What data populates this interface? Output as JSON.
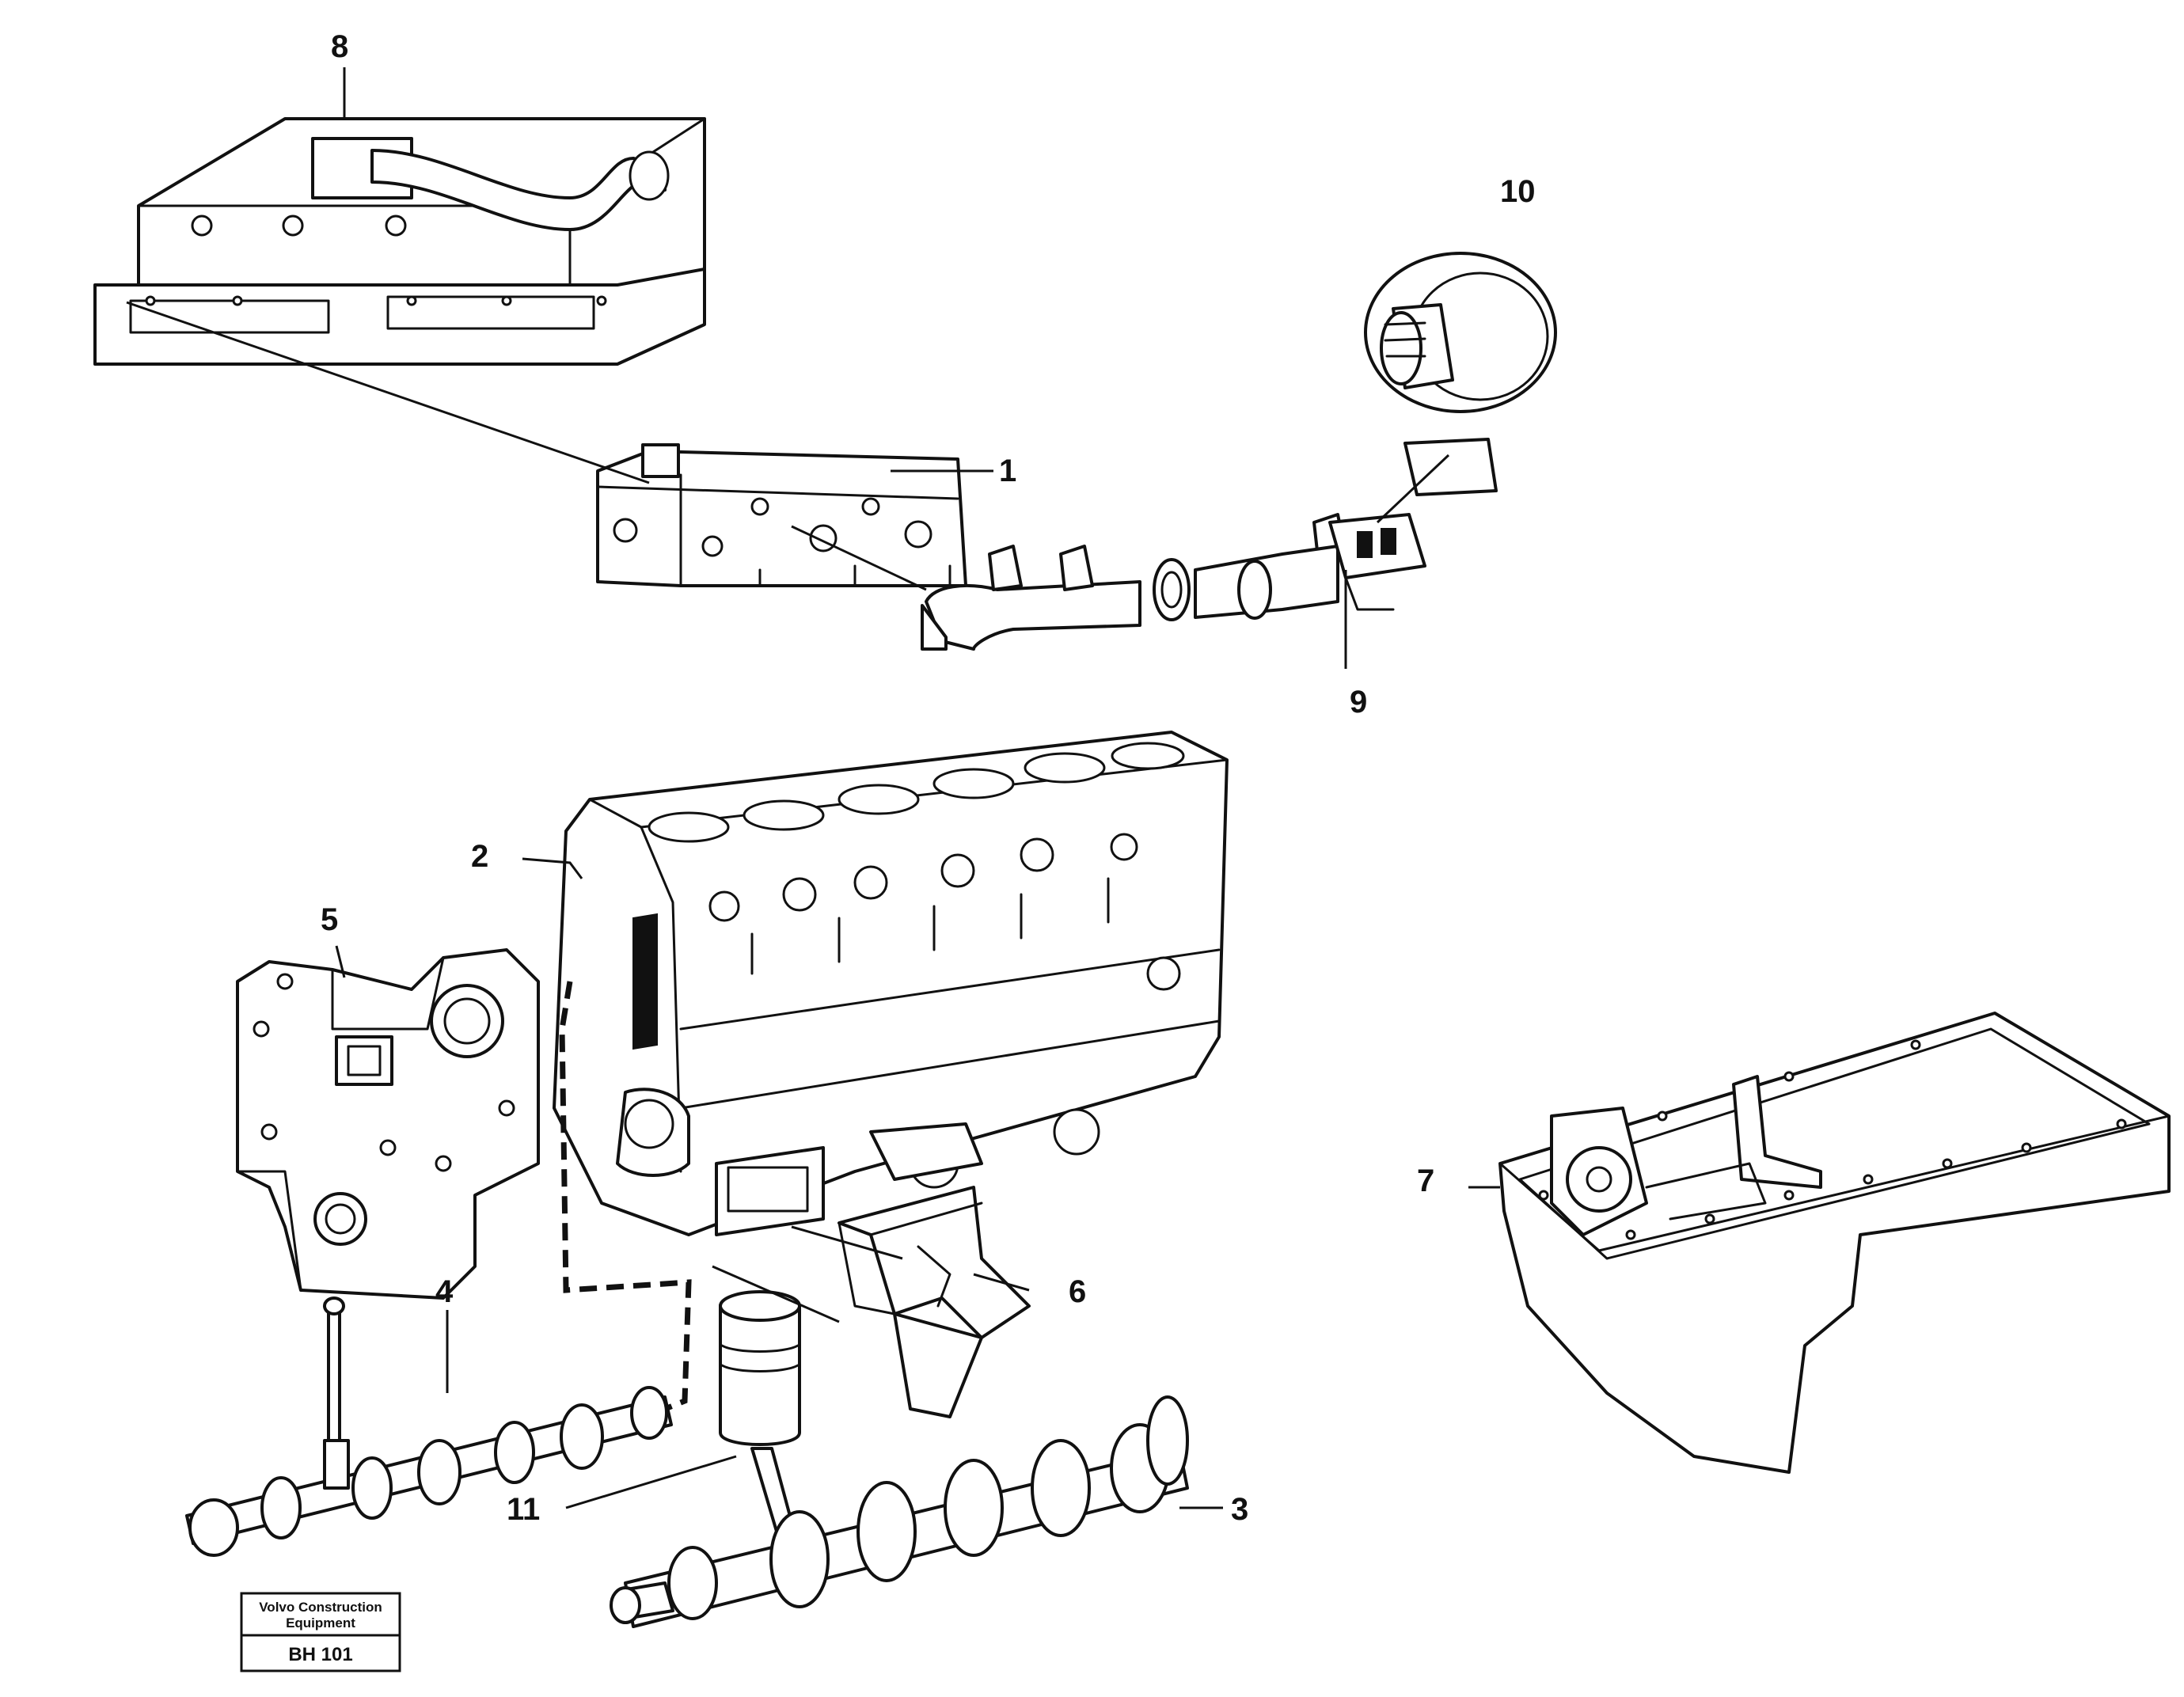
{
  "callouts": [
    {
      "id": "1",
      "label": "1"
    },
    {
      "id": "2",
      "label": "2"
    },
    {
      "id": "3",
      "label": "3"
    },
    {
      "id": "4",
      "label": "4"
    },
    {
      "id": "5",
      "label": "5"
    },
    {
      "id": "6",
      "label": "6"
    },
    {
      "id": "7",
      "label": "7"
    },
    {
      "id": "8",
      "label": "8"
    },
    {
      "id": "9",
      "label": "9"
    },
    {
      "id": "10",
      "label": "10"
    },
    {
      "id": "11",
      "label": "11"
    }
  ],
  "stamp": {
    "company_line1": "Volvo Construction",
    "company_line2": "Equipment",
    "code": "BH 101"
  }
}
